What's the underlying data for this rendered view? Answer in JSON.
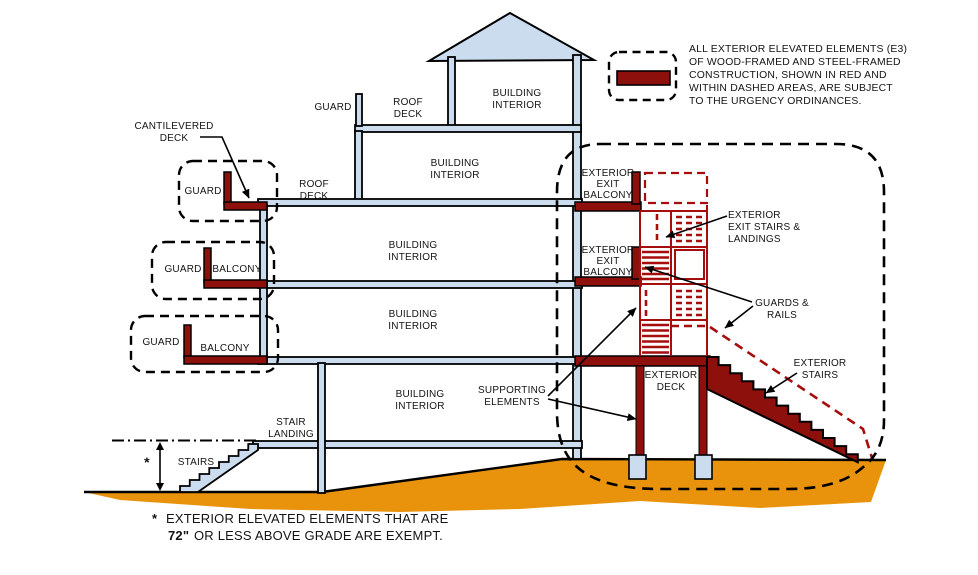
{
  "diagram_title": "Exterior Elevated Elements (E3) building section",
  "colors": {
    "structure_fill": "#CBDCEF",
    "red_fill": "#8E100C",
    "red_line": "#A60D0D",
    "ground_fill": "#E8930B",
    "outline": "#000000"
  },
  "labels": {
    "cantilevered_deck": {
      "l1": "CANTILEVERED",
      "l2": "DECK"
    },
    "guard": "GUARD",
    "balcony": "BALCONY",
    "roof_deck": {
      "l1": "ROOF",
      "l2": "DECK"
    },
    "building_interior": {
      "l1": "BUILDING",
      "l2": "INTERIOR"
    },
    "exterior_exit_balcony": {
      "l1": "EXTERIOR",
      "l2": "EXIT",
      "l3": "BALCONY"
    },
    "exterior_exit_stairs_landings": {
      "l1": "EXTERIOR",
      "l2": "EXIT STAIRS &",
      "l3": "LANDINGS"
    },
    "guards_rails": {
      "l1": "GUARDS &",
      "l2": "RAILS"
    },
    "exterior_deck": {
      "l1": "EXTERIOR",
      "l2": "DECK"
    },
    "exterior_stairs": {
      "l1": "EXTERIOR",
      "l2": "STAIRS"
    },
    "supporting_elements": {
      "l1": "SUPPORTING",
      "l2": "ELEMENTS"
    },
    "stair_landing": {
      "l1": "STAIR",
      "l2": "LANDING"
    },
    "stairs": "STAIRS",
    "exempt_marker": "*"
  },
  "legend": {
    "lines": [
      "ALL EXTERIOR ELEVATED ELEMENTS (E3)",
      "OF WOOD-FRAMED AND STEEL-FRAMED",
      "CONSTRUCTION, SHOWN IN RED AND",
      "WITHIN DASHED AREAS, ARE SUBJECT",
      "TO THE URGENCY ORDINANCES."
    ]
  },
  "footnote": {
    "star": "*",
    "line1": "EXTERIOR ELEVATED ELEMENTS THAT ARE",
    "height": "72\"",
    "line2": "OR LESS ABOVE GRADE ARE EXEMPT."
  }
}
